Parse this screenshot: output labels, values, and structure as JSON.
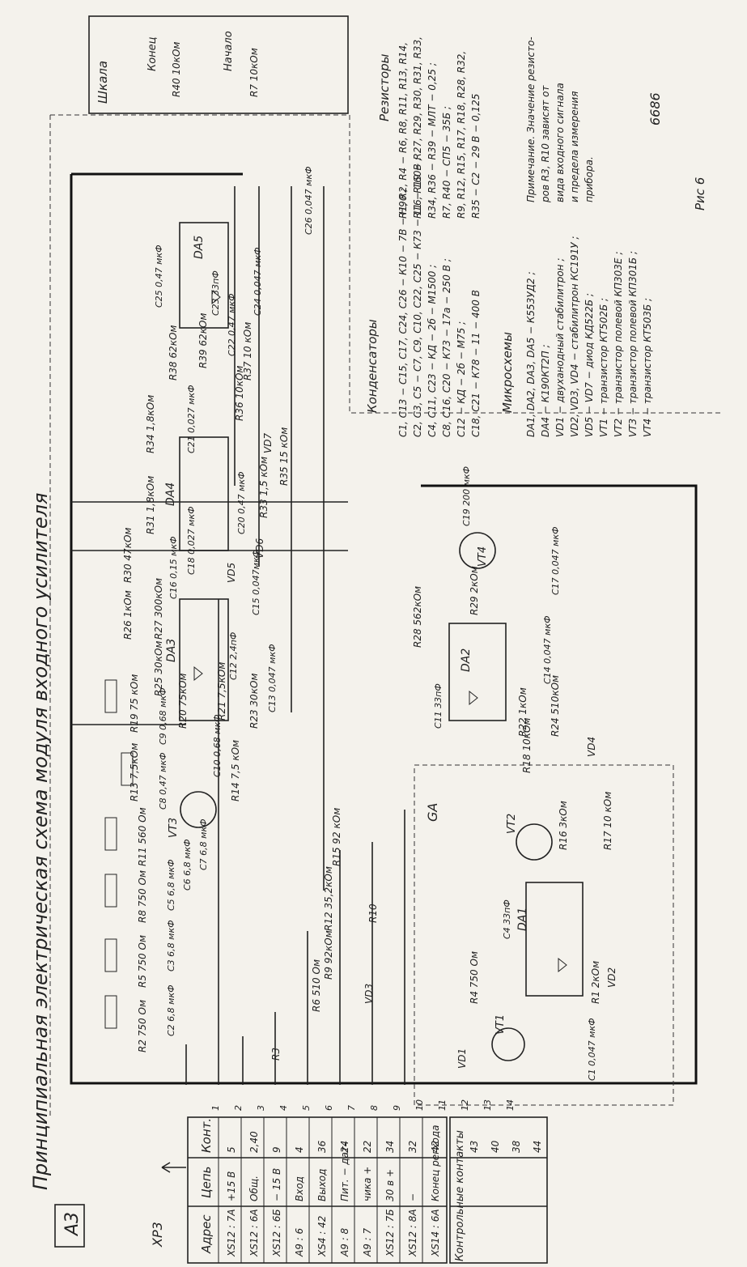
{
  "title": "Принципиальная электрическая схема модуля входного усилителя",
  "block_label": "А3",
  "xp_label": "ХР3",
  "ga_label": "GA",
  "figure_label": "Рис 6",
  "page_number": "6686",
  "table": {
    "headers": [
      "Адрес",
      "Цепь",
      "Конт."
    ],
    "rows": [
      {
        "addr": "XS12 : 7A",
        "net": "+15 B",
        "cont": "5"
      },
      {
        "addr": "XS12 : 6A",
        "net": "Общ.",
        "cont": "2,40"
      },
      {
        "addr": "XS12 : 6Б",
        "net": "− 15 B",
        "cont": "9"
      },
      {
        "addr": "A9 : 6",
        "net": "Вход",
        "cont": "4"
      },
      {
        "addr": "XS4 : 42",
        "net": "Выход",
        "cont": "36"
      },
      {
        "addr": "A9 : 8",
        "net": "Пит. − дат-",
        "cont": "24"
      },
      {
        "addr": "A9 : 7",
        "net": "чика +",
        "cont": "22"
      },
      {
        "addr": "XS12 : 7Б",
        "net": "30 в +",
        "cont": "34"
      },
      {
        "addr": "XS12 : 8A",
        "net": "−",
        "cont": "32"
      },
      {
        "addr": "XS14 : 6A",
        "net": "Конец регхода",
        "cont": "42"
      }
    ],
    "control_label": "Контрольные контакты",
    "control_rows": [
      "43",
      "40",
      "38",
      "44"
    ],
    "row_numbers": [
      "1",
      "2",
      "3",
      "4",
      "5",
      "6",
      "7",
      "8",
      "9",
      "10",
      "11",
      "12",
      "13",
      "14"
    ]
  },
  "scale": {
    "label": "Шкала",
    "end_label": "Конец",
    "start_label": "Начало",
    "r40": "R40 10кОм",
    "r7": "R7 10кОм"
  },
  "legend": {
    "resistors_title": "Резисторы",
    "resistors": [
      "R1, R2, R4 − R6, R8, R11, R13, R14,",
      "R16, R19 − R27, R29, R30, R31, R33,",
      "R34, R36 − R39 − МЛТ − 0,25 ;",
      "R7, R40 − СП5 − 35Б ;",
      "R9, R12, R15, R17, R18, R28, R32,",
      "R35 − С2 − 29 В − 0,125"
    ],
    "capacitors_title": "Конденсаторы",
    "capacitors": [
      "C1, C13 − C15, C17, C24, C26 − К10 − 7В − Н90 ;",
      "C2, C3, C5 − C7, C9, C10, C22, C25 − К73 − 11 − 160В ;",
      "C4, C11, C23 − КД − 2б − М1500 ;",
      "C8, C16, C20 − К73 − 17а − 250 В ;",
      "C12 − КД − 2б − М75 ;",
      "C18, C21 − К78 − 11 − 400 В"
    ],
    "chips_title": "Микросхемы",
    "chips": [
      "DA1, DA2, DA3, DA5 − К553УД2 ;",
      "DA4 − К190КТ2П ;",
      "VD1 − двуханодный стабилитрон ;",
      "VD2, VD3, VD4 − стабилитрон КС191У ;",
      "VD5 − VD7 − диод КД522Б ;",
      "VT1 − транзистор КТ502Б ;",
      "VT2 − транзистор полевой КП303Е ;",
      "VT3 − транзистор полевой КП301Б ;",
      "VT4 − транзистор КТ503Б ;"
    ],
    "note": [
      "Примечание. Значение резисто-",
      "ров R3, R10 зависят от",
      "вида входного сигнала",
      "и предела измерения",
      "прибора."
    ]
  },
  "components": {
    "da1": "DA1",
    "da2": "DA2",
    "da3": "DA3",
    "da4": "DA4",
    "da5": "DA5",
    "vt1": "VT1",
    "vt2": "VT2",
    "vt3": "VT3",
    "vt4": "VT4",
    "vd1": "VD1",
    "vd2": "VD2",
    "vd3": "VD3",
    "vd4": "VD4",
    "vd5": "VD5",
    "vd6": "VD6",
    "vd7": "VD7",
    "r2": "R2 750 Ом",
    "r5": "R5 750 Ом",
    "r8": "R8 750 Ом",
    "r11": "R11 560 Ом",
    "r13": "R13 7,5кОм",
    "r14": "R14 7,5 кОм",
    "r19": "R19 75 кОм",
    "r20": "R20 75кОм",
    "r21": "R21 7,5кОм",
    "r22": "R22 1кОм",
    "r23": "R23 30кОм",
    "r24": "R24 510кОм",
    "r25": "R25 30кОм",
    "r26": "R26 1кОм",
    "r27": "R27 300кОм",
    "r28": "R28 562кОм",
    "r29": "R29 2кОм",
    "r30": "R30 47кОм",
    "r31": "R31 1,8кОм",
    "r33": "R33 1,5 кОм",
    "r34": "R34 1,8кОм",
    "r35": "R35 15 кОм",
    "r36": "R36 10кОм",
    "r37": "R37 10 кОм",
    "r38": "R38 62кОм",
    "r39": "R39 62кОм",
    "r3": "R3",
    "r6": "R6 510 Ом",
    "r9": "R9 92кОм",
    "r10": "R10",
    "r12": "R12 35,2кОм",
    "r15": "R15 92 кОм",
    "r16": "R16 3кОм",
    "r17": "R17 10 кОм",
    "r18": "R18 10кОм",
    "r4": "R4 750 Ом",
    "r1": "R1 2кОм",
    "c2": "C2 6,8 мкФ",
    "c3": "C3 6,8 мкФ",
    "c5": "C5 6,8 мкФ",
    "c6": "C6 6,8 мкФ",
    "c7": "C7 6,8 мкФ",
    "c8": "C8 0,47 мкФ",
    "c9": "C9 0,68 мкФ",
    "c10": "C10 0,68 мкФ",
    "c11": "C11 33пФ",
    "c12": "C12 2,4пФ",
    "c13": "C13 0,047 мкФ",
    "c14": "C14 0,047 мкФ",
    "c15": "C15 0,047мкФ",
    "c16": "C16 0,15 мкФ",
    "c17": "C17 0,047 мкФ",
    "c18": "C18 0,027 мкФ",
    "c19": "C19 200 мкФ",
    "c20": "C20 0,47 мкФ",
    "c21": "C21 0,027 мкФ",
    "c22": "C22 0,47 мкФ",
    "c23": "C23 33пФ",
    "c24": "C24 0,047 мкФ",
    "c25": "C25 0,47 мкФ",
    "c26": "C26 0,047 мкФ",
    "c1": "C1 0,047 мкФ",
    "c4": "C4 33пФ"
  }
}
